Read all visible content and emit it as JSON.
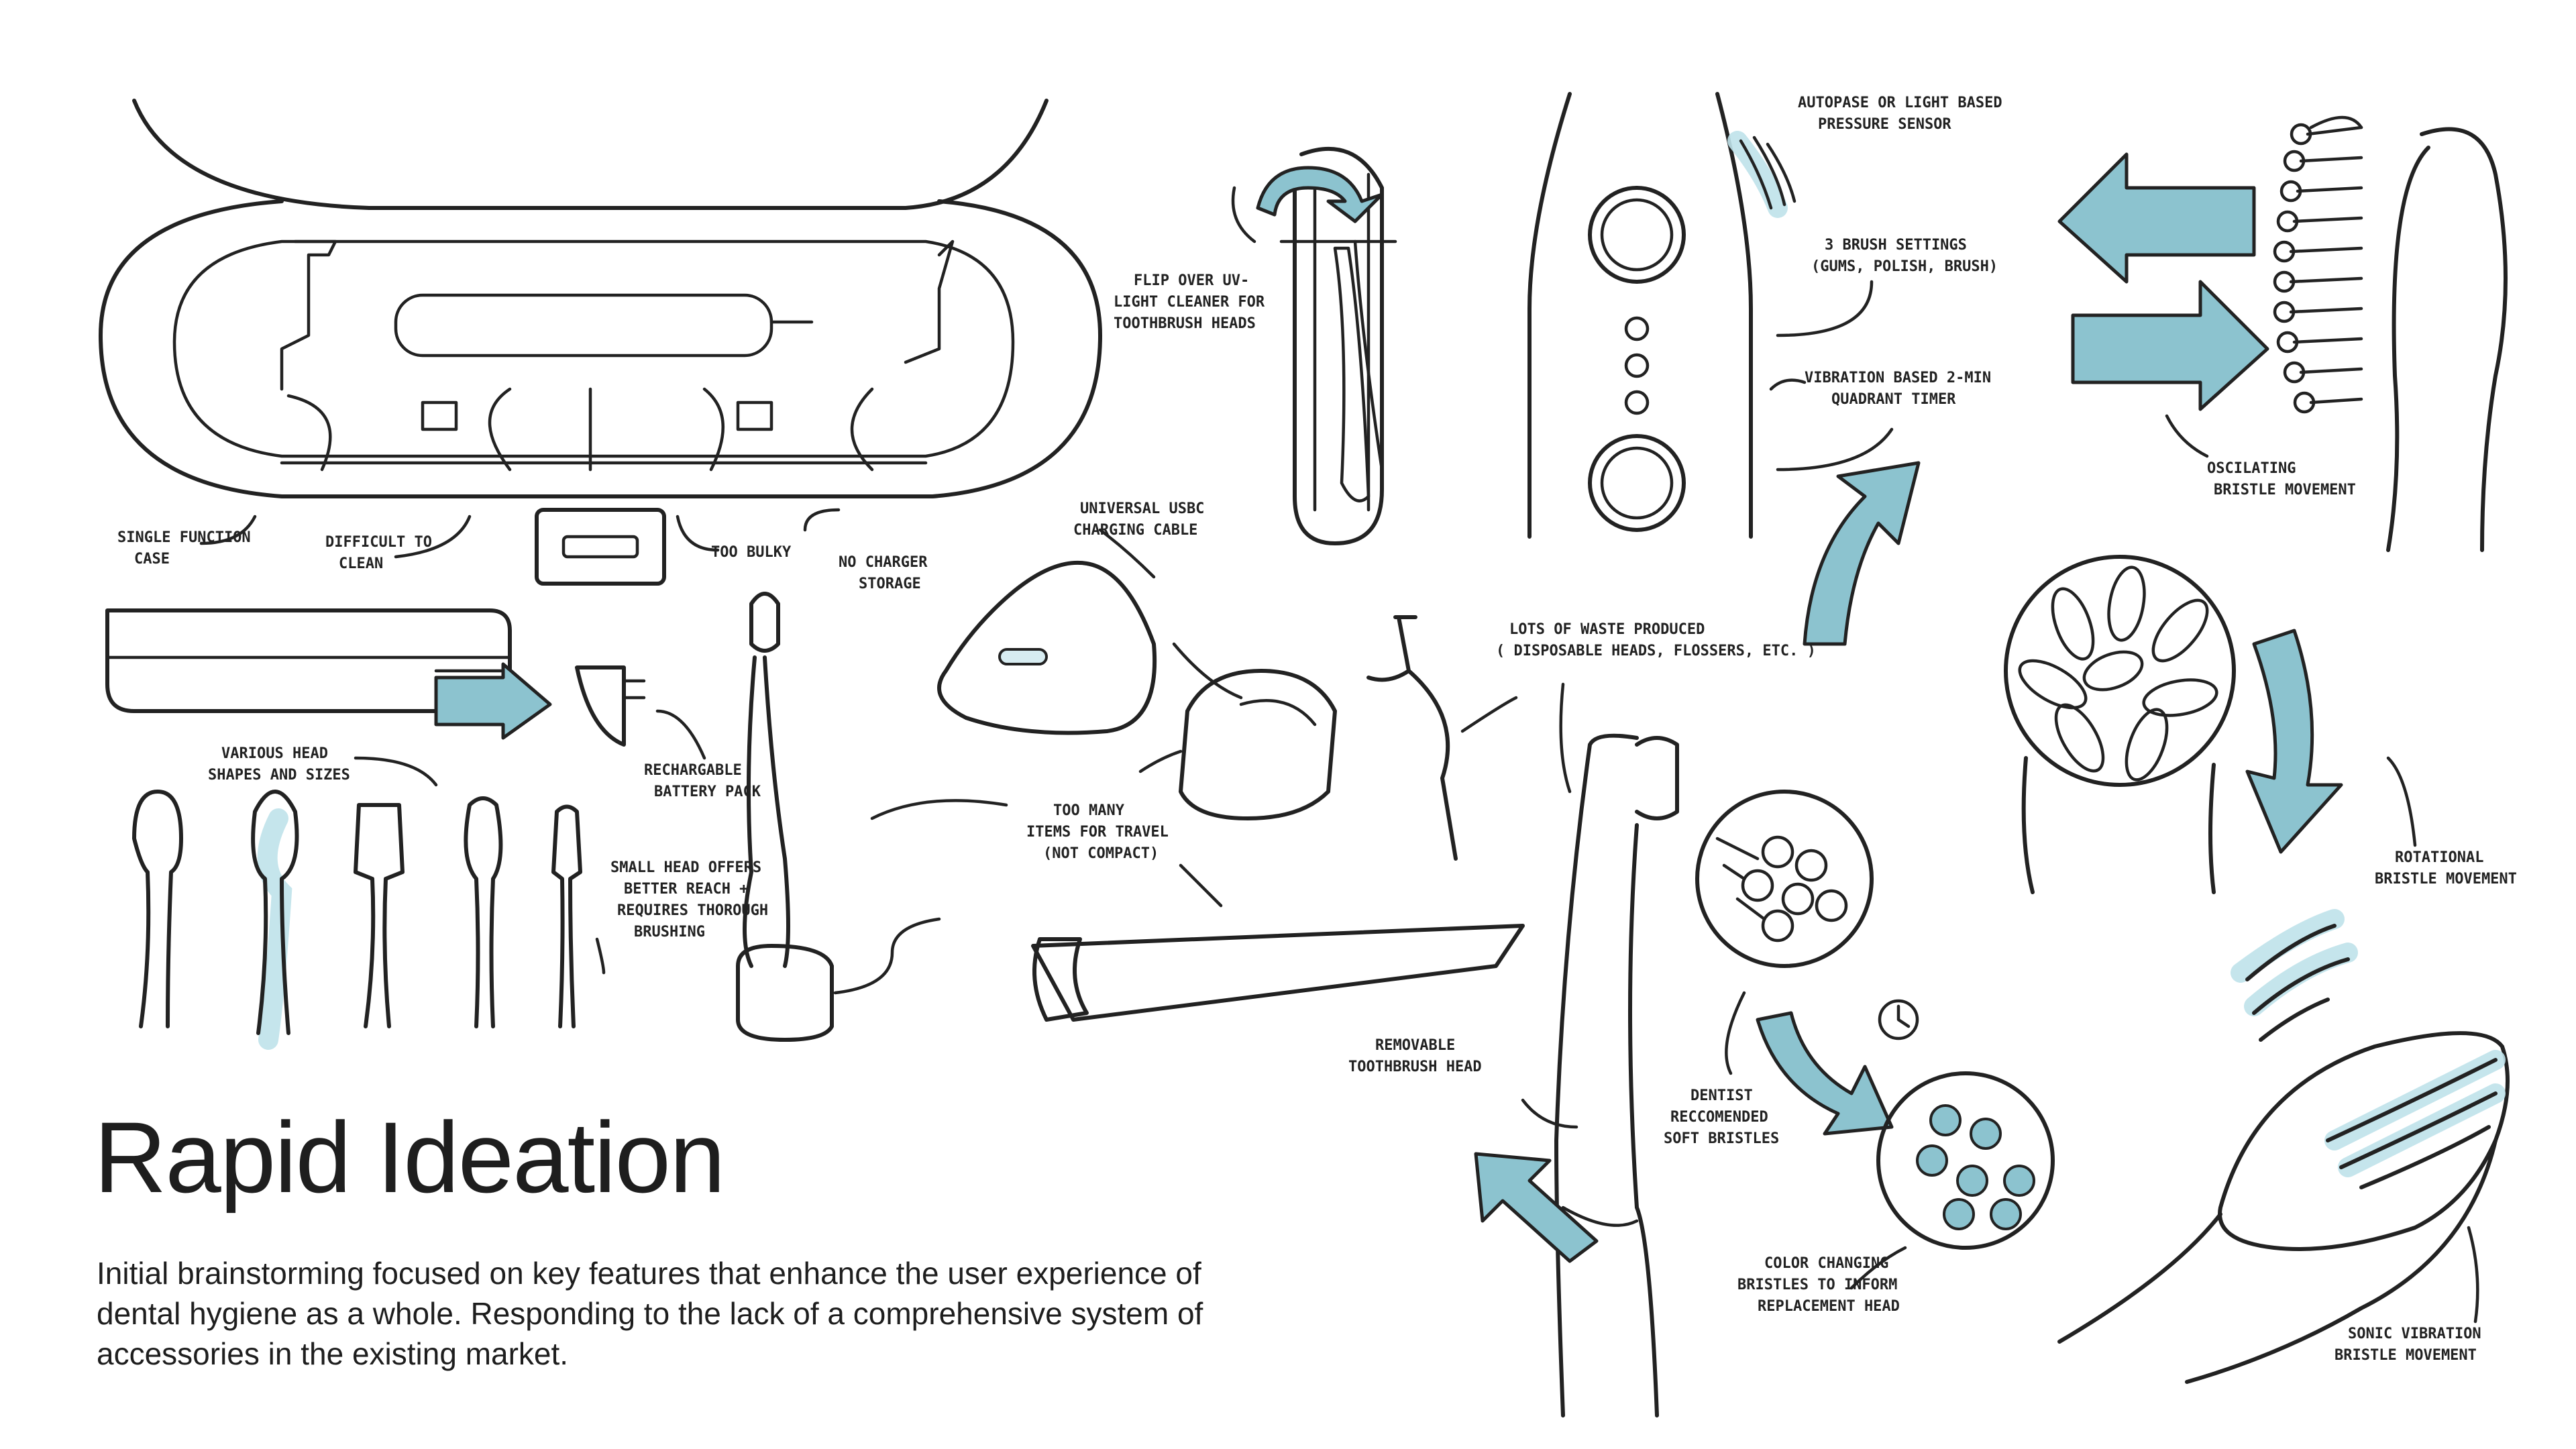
{
  "title": "Rapid Ideation",
  "description": "Initial brainstorming focused on key features that enhance the user experience of dental hygiene as a whole. Responding to the lack of a comprehensive system of accessories in the existing market.",
  "colors": {
    "accent": "#8cc3cf",
    "glow": "#bfe2ea",
    "ink": "#222222"
  },
  "notes": {
    "single_function_case": [
      "SINGLE FUNCTION",
      "CASE"
    ],
    "difficult_to_clean": [
      "DIFFICULT TO",
      "CLEAN"
    ],
    "too_bulky": [
      "TOO BULKY"
    ],
    "no_charger_storage": [
      "NO CHARGER",
      "STORAGE"
    ],
    "flip_over_uv": [
      "FLIP OVER UV-",
      "LIGHT CLEANER FOR",
      "TOOTHBRUSH HEADS"
    ],
    "universal_usbc": [
      "UNIVERSAL USBC",
      "CHARGING CABLE"
    ],
    "various_head": [
      "VARIOUS HEAD",
      "SHAPES AND SIZES"
    ],
    "rechargeable_battery": [
      "RECHARGABLE",
      "BATTERY PACK"
    ],
    "small_head": [
      "SMALL HEAD OFFERS",
      "BETTER REACH +",
      "REQUIRES THOROUGH",
      "BRUSHING"
    ],
    "too_many_items": [
      "TOO MANY",
      "ITEMS FOR TRAVEL",
      "(NOT COMPACT)"
    ],
    "lots_of_waste": [
      "LOTS OF WASTE PRODUCED",
      "( DISPOSABLE HEADS, FLOSSERS, ETC. )"
    ],
    "autopause": [
      "AUTOPASE OR LIGHT BASED",
      "PRESSURE SENSOR"
    ],
    "brush_settings": [
      "3 BRUSH SETTINGS",
      "(GUMS, POLISH, BRUSH)"
    ],
    "vibration_timer": [
      "VIBRATION BASED 2-MIN",
      "QUADRANT TIMER"
    ],
    "oscillating": [
      "OSCILATING",
      "BRISTLE MOVEMENT"
    ],
    "rotational": [
      "ROTATIONAL",
      "BRISTLE MOVEMENT"
    ],
    "removable_head": [
      "REMOVABLE",
      "TOOTHBRUSH HEAD"
    ],
    "dentist_recommended": [
      "DENTIST",
      "RECCOMENDED",
      "SOFT BRISTLES"
    ],
    "color_changing": [
      "COLOR CHANGING",
      "BRISTLES TO INFORM",
      "REPLACEMENT HEAD"
    ],
    "sonic_vibration": [
      "SONIC VIBRATION",
      "BRISTLE MOVEMENT"
    ]
  }
}
